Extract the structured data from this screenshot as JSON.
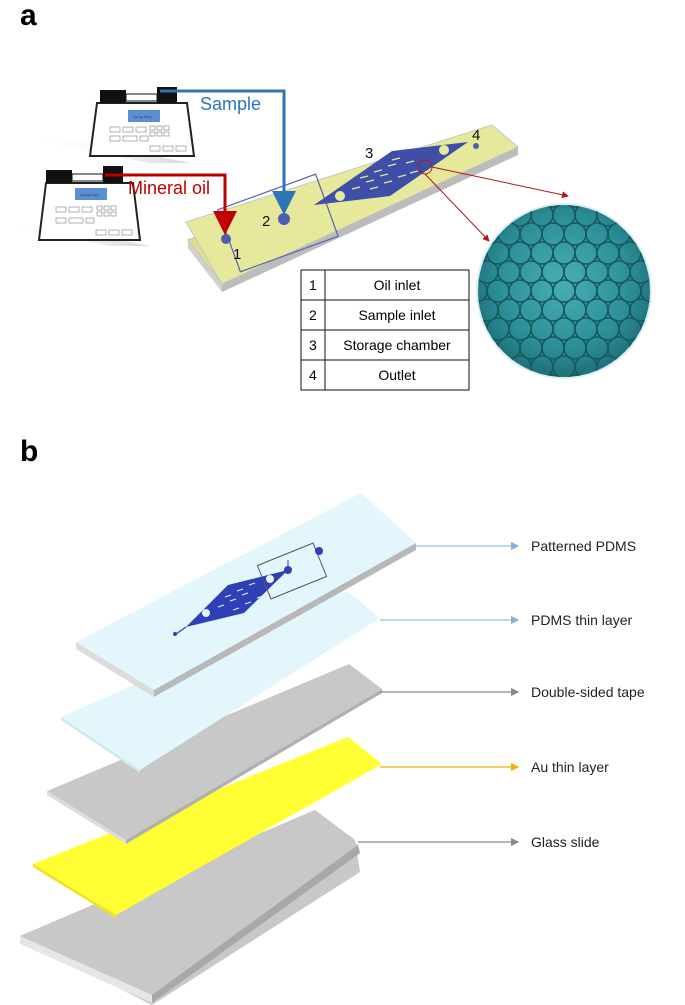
{
  "panel_a": {
    "letter": "a",
    "flows": {
      "sample": "Sample",
      "oil": "Mineral oil"
    },
    "pump_label": "Syringe Pump",
    "markers": [
      "1",
      "2",
      "3",
      "4"
    ],
    "legend": [
      {
        "num": "1",
        "label": "Oil inlet"
      },
      {
        "num": "2",
        "label": "Sample inlet"
      },
      {
        "num": "3",
        "label": "Storage chamber"
      },
      {
        "num": "4",
        "label": "Outlet"
      }
    ]
  },
  "panel_b": {
    "letter": "b",
    "layers": [
      {
        "label": "Patterned PDMS",
        "color": "#8fc3e8"
      },
      {
        "label": "PDMS thin layer",
        "color": "#8fc3e8"
      },
      {
        "label": "Double-sided tape",
        "color": "#8a8a8a"
      },
      {
        "label": "Au thin layer",
        "color": "#f0b400"
      },
      {
        "label": "Glass slide",
        "color": "#8a8a8a"
      }
    ]
  },
  "colors": {
    "sample_flow": "#2e75b6",
    "oil_flow": "#c00000",
    "chamber": "#3f4fa8",
    "pdms": "#e3f6fb",
    "tape": "#c8c8c8",
    "gold": "#ffff33",
    "chip_yellow": "#e6e89c"
  }
}
